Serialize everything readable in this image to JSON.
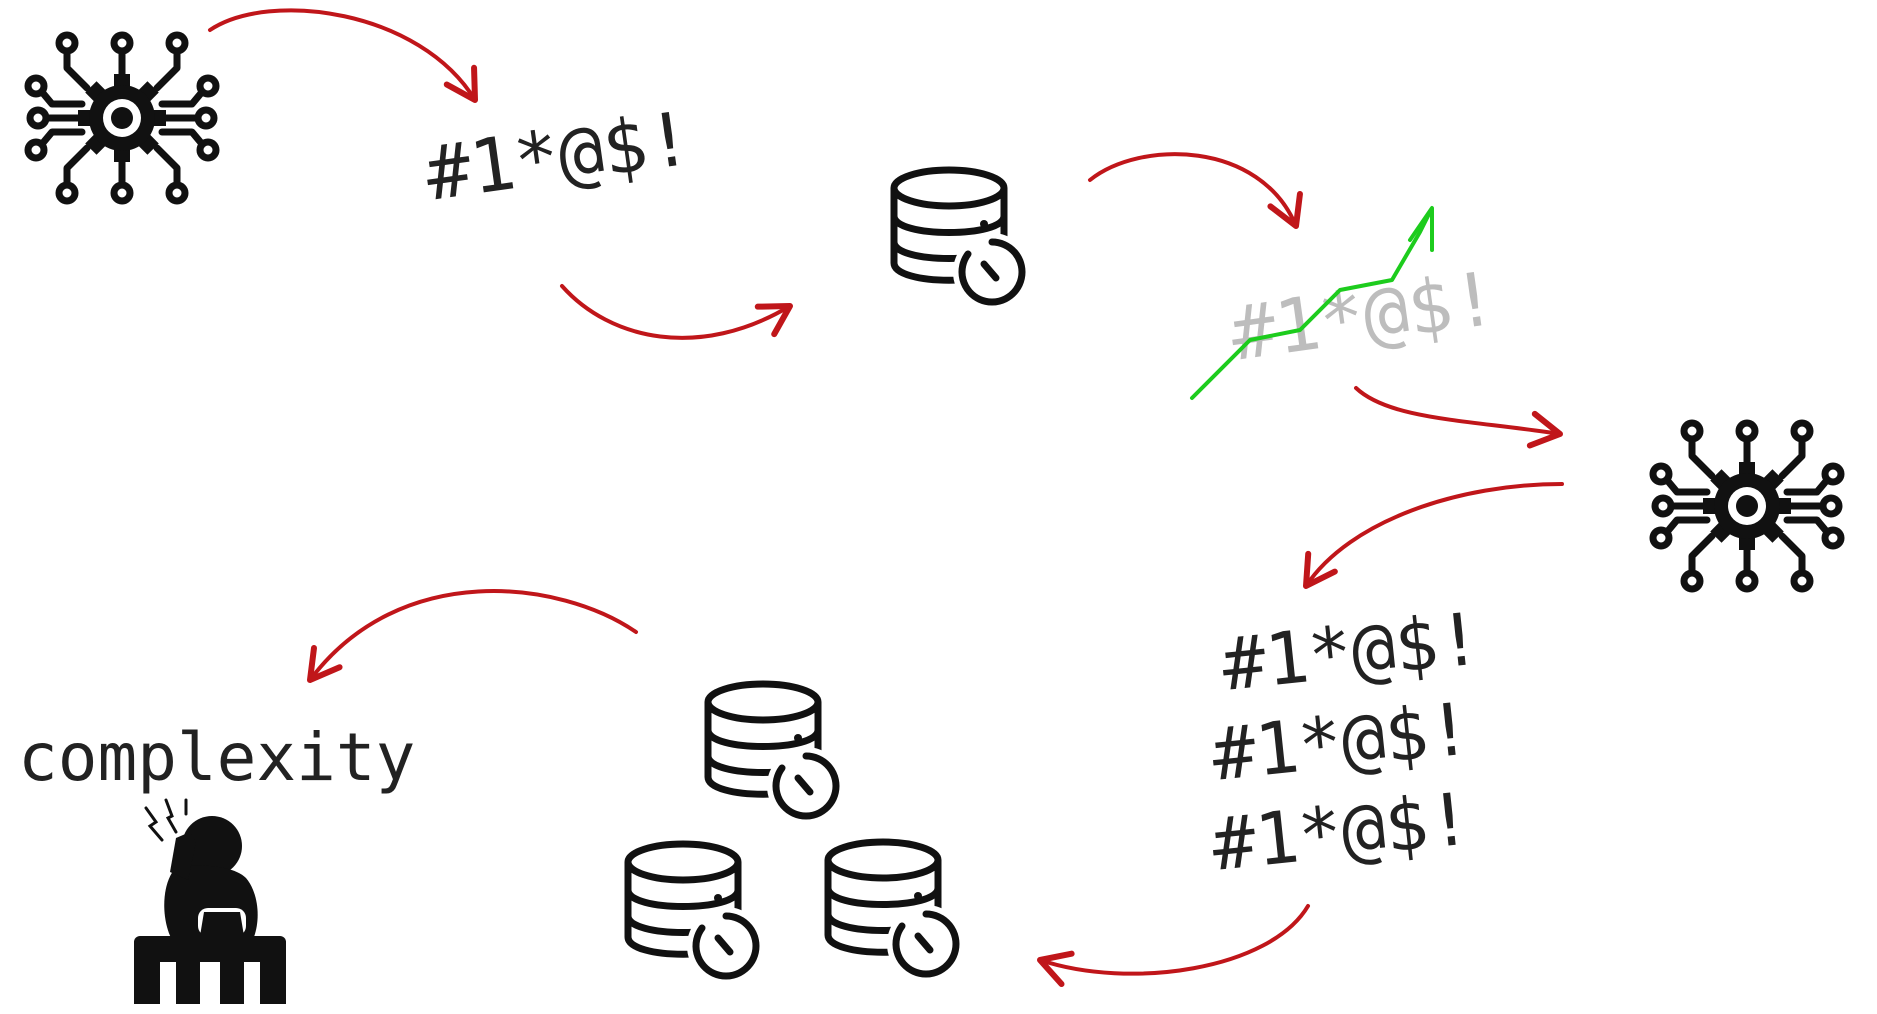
{
  "diagram": {
    "nodes": [
      {
        "id": "ai-top",
        "kind": "ai-chip"
      },
      {
        "id": "symbols-raw",
        "kind": "symbols",
        "text": "#1*@$!"
      },
      {
        "id": "db-single",
        "kind": "database-timer"
      },
      {
        "id": "symbols-trend",
        "kind": "symbols-with-trend",
        "text": "#1*@$!"
      },
      {
        "id": "ai-right",
        "kind": "ai-chip"
      },
      {
        "id": "symbols-stack",
        "kind": "symbols-stack",
        "lines": [
          "#1*@$!",
          "#1*@$!",
          "#1*@$!"
        ]
      },
      {
        "id": "db-cluster",
        "kind": "database-timer-cluster",
        "count": 3
      },
      {
        "id": "complexity",
        "kind": "stressed-person",
        "label": "complexity"
      }
    ],
    "flow": [
      "ai-top",
      "symbols-raw",
      "db-single",
      "symbols-trend",
      "ai-right",
      "symbols-stack",
      "db-cluster",
      "complexity"
    ]
  },
  "colors": {
    "ink": "#111111",
    "arrow": "#c0161a",
    "trend": "#1dcc1d",
    "faded": "#bdbdbd",
    "faded_accent": "#e8a0a0"
  }
}
